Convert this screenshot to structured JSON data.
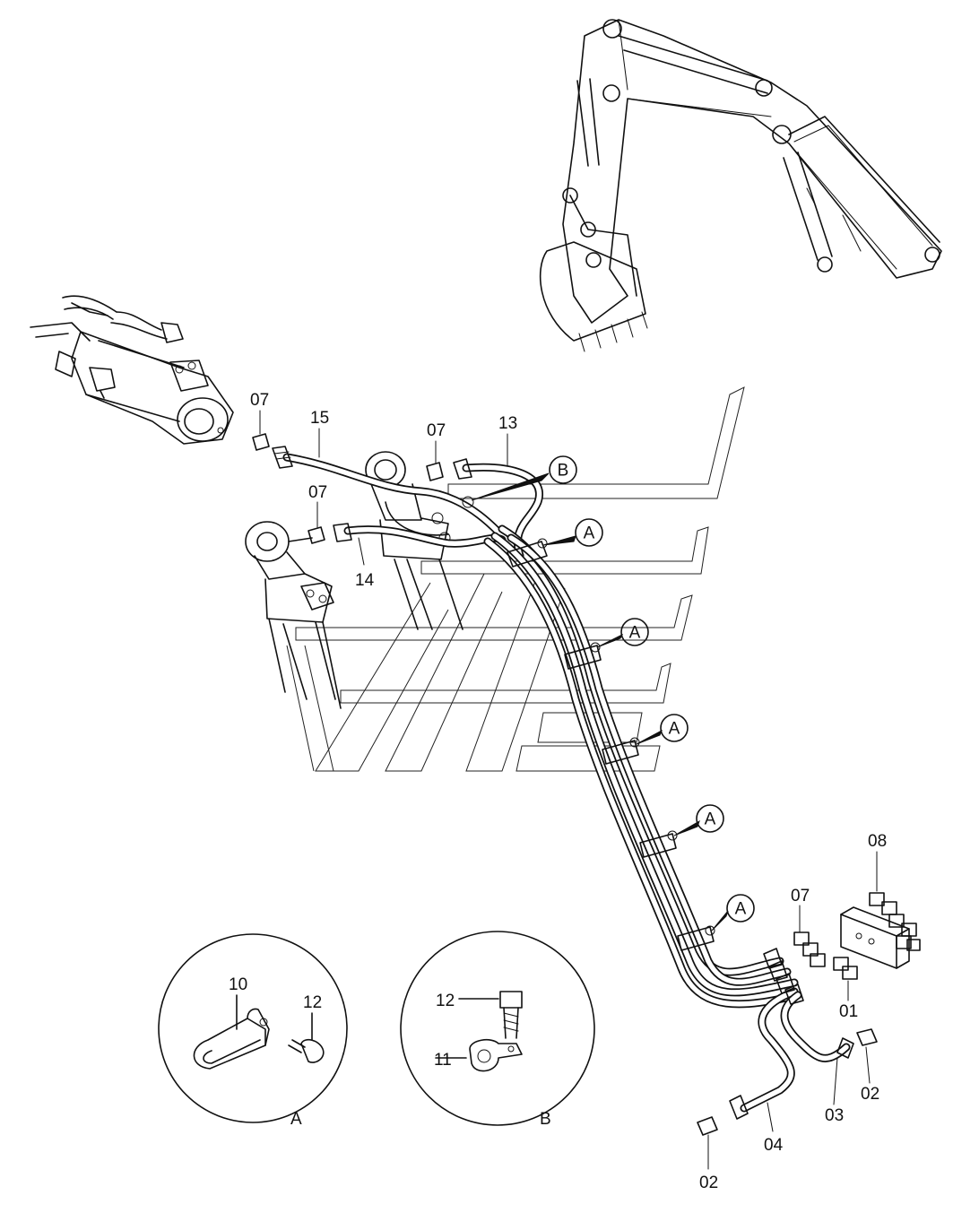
{
  "diagram": {
    "part_labels": {
      "p07_a": "07",
      "p15": "15",
      "p07_b": "07",
      "p13": "13",
      "p07_c": "07",
      "p14": "14",
      "p08": "08",
      "p07_d": "07",
      "p01": "01",
      "p02_a": "02",
      "p03": "03",
      "p04": "04",
      "p02_b": "02",
      "p10": "10",
      "p12_a": "12",
      "p12_b": "12",
      "p11": "11"
    },
    "callouts": {
      "b_main": "B",
      "a1": "A",
      "a2": "A",
      "a3": "A",
      "a4": "A",
      "a5": "A"
    },
    "detail_views": {
      "a_caption": "A",
      "b_caption": "B"
    }
  }
}
